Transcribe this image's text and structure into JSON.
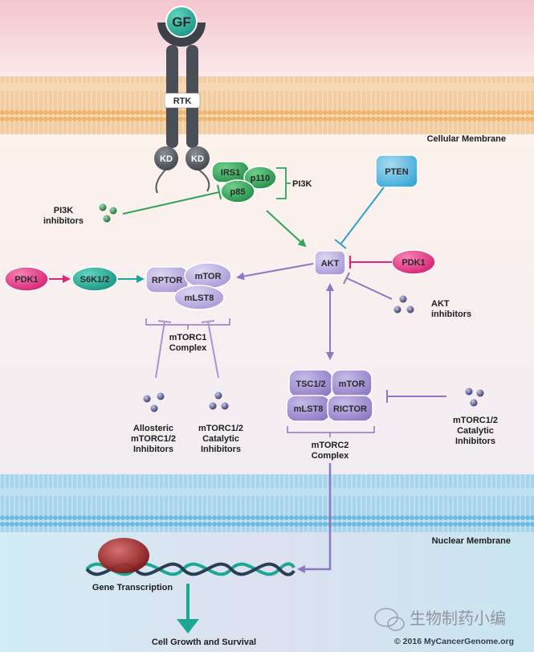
{
  "labels": {
    "gf": "GF",
    "rtk": "RTK",
    "kd_left": "KD",
    "kd_right": "KD",
    "cellular_membrane": "Cellular Membrane",
    "nuclear_membrane": "Nuclear Membrane",
    "irs1": "IRS1",
    "p110": "p110",
    "p85": "p85",
    "pi3k": "PI3K",
    "pi3k_inhibitors": [
      "PI3K",
      "inhibitors"
    ],
    "pten": "PTEN",
    "akt": "AKT",
    "pdk1_right": "PDK1",
    "pdk1_left": "PDK1",
    "akt_inhibitors": [
      "AKT",
      "inhibitors"
    ],
    "s6k": "S6K1/2",
    "rptor": "RPTOR",
    "mtor1": "mTOR",
    "mlst8_1": "mLST8",
    "mtorc1_complex": [
      "mTORC1",
      "Complex"
    ],
    "allosteric_inhibitors": [
      "Allosteric",
      "mTORC1/2",
      "Inhibitors"
    ],
    "catalytic_inhibitors_1": [
      "mTORC1/2",
      "Catalytic",
      "Inhibitors"
    ],
    "tsc": "TSC1/2",
    "mtor2": "mTOR",
    "mlst8_2": "mLST8",
    "rictor": "RICTOR",
    "mtorc2_complex": [
      "mTORC2",
      "Complex"
    ],
    "catalytic_inhibitors_2": [
      "mTORC1/2",
      "Catalytic",
      "Inhibitors"
    ],
    "gene_transcription": "Gene Transcription",
    "cell_growth": "Cell Growth and Survival",
    "copyright": "© 2016 MyCancerGenome.org",
    "watermark": "生物制药小编"
  },
  "colors": {
    "teal": "#1aa894",
    "green": "#2fa55a",
    "magenta": "#e0267a",
    "purple": "#8c79c4",
    "blue": "#2f9fd0",
    "gray": "#444a52",
    "membrane": "#f2c58c",
    "nuclear_membrane": "#7fc0e2"
  }
}
